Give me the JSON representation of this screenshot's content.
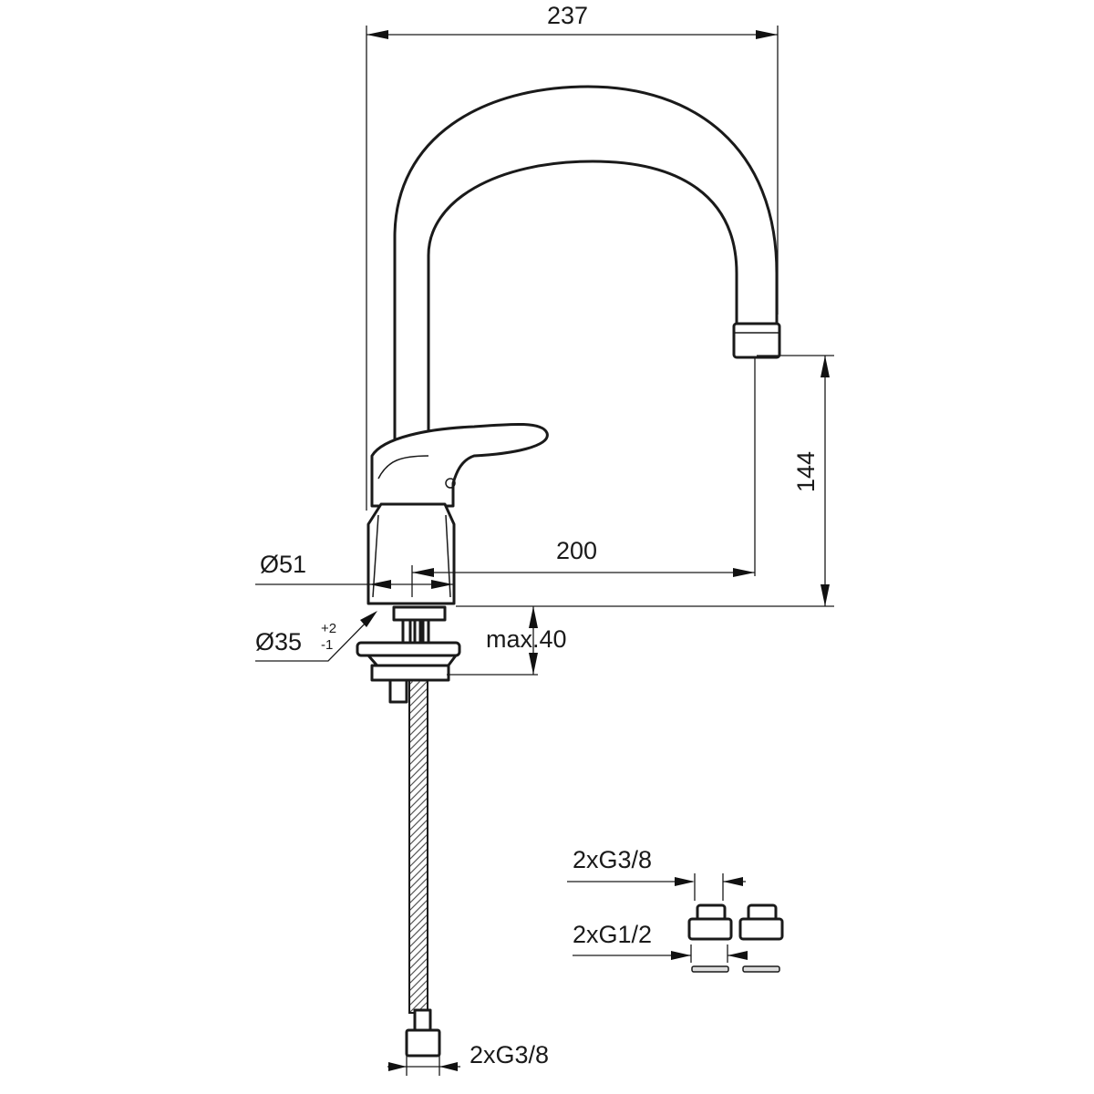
{
  "drawing": {
    "title": "Kitchen mixer tap dimension drawing",
    "dims": {
      "width_total": "237",
      "height_spout": "144",
      "reach": "200",
      "body_diameter": "Ø51",
      "hole_diameter": "Ø35",
      "hole_tol_plus": "+2",
      "hole_tol_minus": "-1",
      "max_deck": "max.40",
      "hose_thread": "2xG3/8",
      "adapter_small": "2xG3/8",
      "adapter_large": "2xG1/2"
    }
  }
}
